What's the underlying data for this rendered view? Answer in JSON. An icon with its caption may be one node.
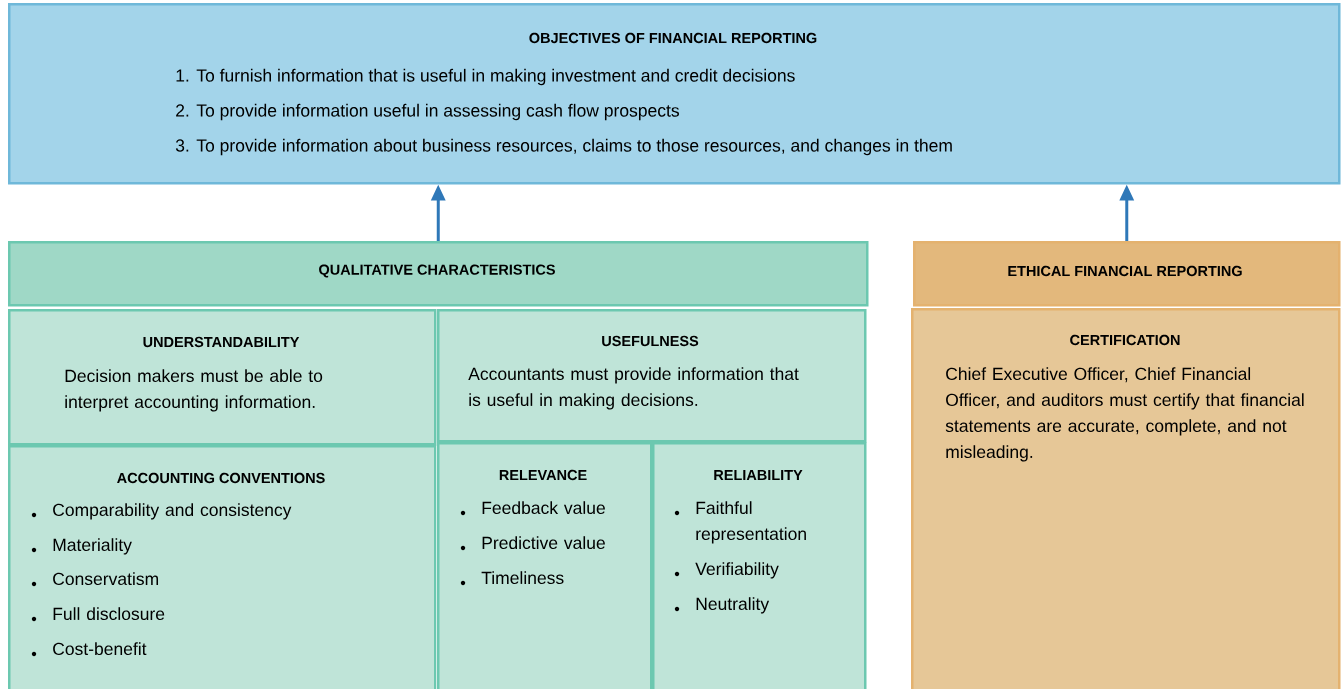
{
  "diagram": {
    "nodes": [
      {
        "text": [
          "OBJECTIVES OF FINANCIAL REPORTING",
          "1. To furnish information that is useful in making investment and credit decisions",
          "2. To provide information useful in assessing cash flow prospects",
          "3. To provide information about business resources, claims to those resources, and changes in them"
        ]
      },
      {
        "text": [
          "QUALITATIVE CHARACTERISTICS"
        ]
      },
      {
        "text": [
          "ETHICAL FINANCIAL REPORTING"
        ]
      },
      {
        "text": [
          "UNDERSTANDABILITY",
          "Decision makers must be able to interpret accounting information."
        ]
      },
      {
        "text": [
          "USEFULNESS",
          "Accountants must provide information that is useful in making decisions."
        ]
      },
      {
        "text": [
          "ACCOUNTING CONVENTIONS",
          "Comparability and consistency",
          "Materiality",
          "Conservatism",
          "Full disclosure",
          "Cost-benefit"
        ]
      },
      {
        "text": [
          "RELEVANCE",
          "Feedback value",
          "Predictive value",
          "Timeliness"
        ]
      },
      {
        "text": [
          "RELIABILITY",
          "Faithful representation",
          "Verifiability",
          "Neutrality"
        ]
      },
      {
        "text": [
          "CERTIFICATION",
          "Chief Executive Officer, Chief Financial Officer, and auditors must certify that financial statements are accurate, complete, and not misleading."
        ]
      }
    ],
    "edges": [
      {
        "from": 1,
        "to": 0,
        "arrow": "to"
      },
      {
        "from": 2,
        "to": 0,
        "arrow": "to"
      }
    ]
  }
}
